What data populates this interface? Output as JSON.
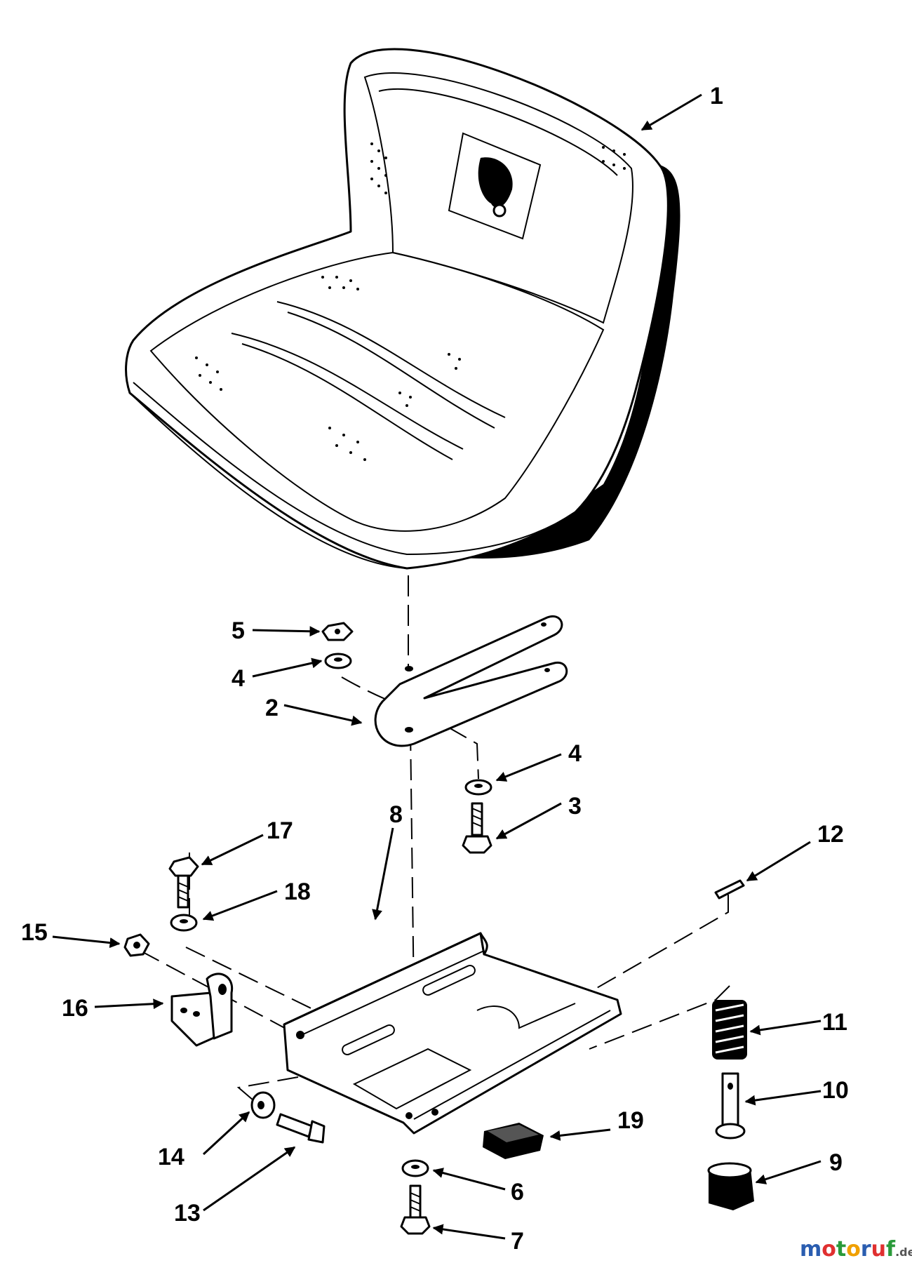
{
  "diagram": {
    "callouts": [
      {
        "id": "callout-1",
        "label": "1"
      },
      {
        "id": "callout-2",
        "label": "2"
      },
      {
        "id": "callout-3",
        "label": "3"
      },
      {
        "id": "callout-4a",
        "label": "4"
      },
      {
        "id": "callout-4b",
        "label": "4"
      },
      {
        "id": "callout-5",
        "label": "5"
      },
      {
        "id": "callout-6",
        "label": "6"
      },
      {
        "id": "callout-7",
        "label": "7"
      },
      {
        "id": "callout-8",
        "label": "8"
      },
      {
        "id": "callout-9",
        "label": "9"
      },
      {
        "id": "callout-10",
        "label": "10"
      },
      {
        "id": "callout-11",
        "label": "11"
      },
      {
        "id": "callout-12",
        "label": "12"
      },
      {
        "id": "callout-13",
        "label": "13"
      },
      {
        "id": "callout-14",
        "label": "14"
      },
      {
        "id": "callout-15",
        "label": "15"
      },
      {
        "id": "callout-16",
        "label": "16"
      },
      {
        "id": "callout-17",
        "label": "17"
      },
      {
        "id": "callout-18",
        "label": "18"
      },
      {
        "id": "callout-19",
        "label": "19"
      }
    ]
  },
  "watermark": {
    "text": "motoruf",
    "suffix": ".de",
    "letter_colors": [
      "#2a5db0",
      "#e03030",
      "#2a9a3a",
      "#f0a000",
      "#2a5db0",
      "#e03030",
      "#2a9a3a"
    ]
  }
}
